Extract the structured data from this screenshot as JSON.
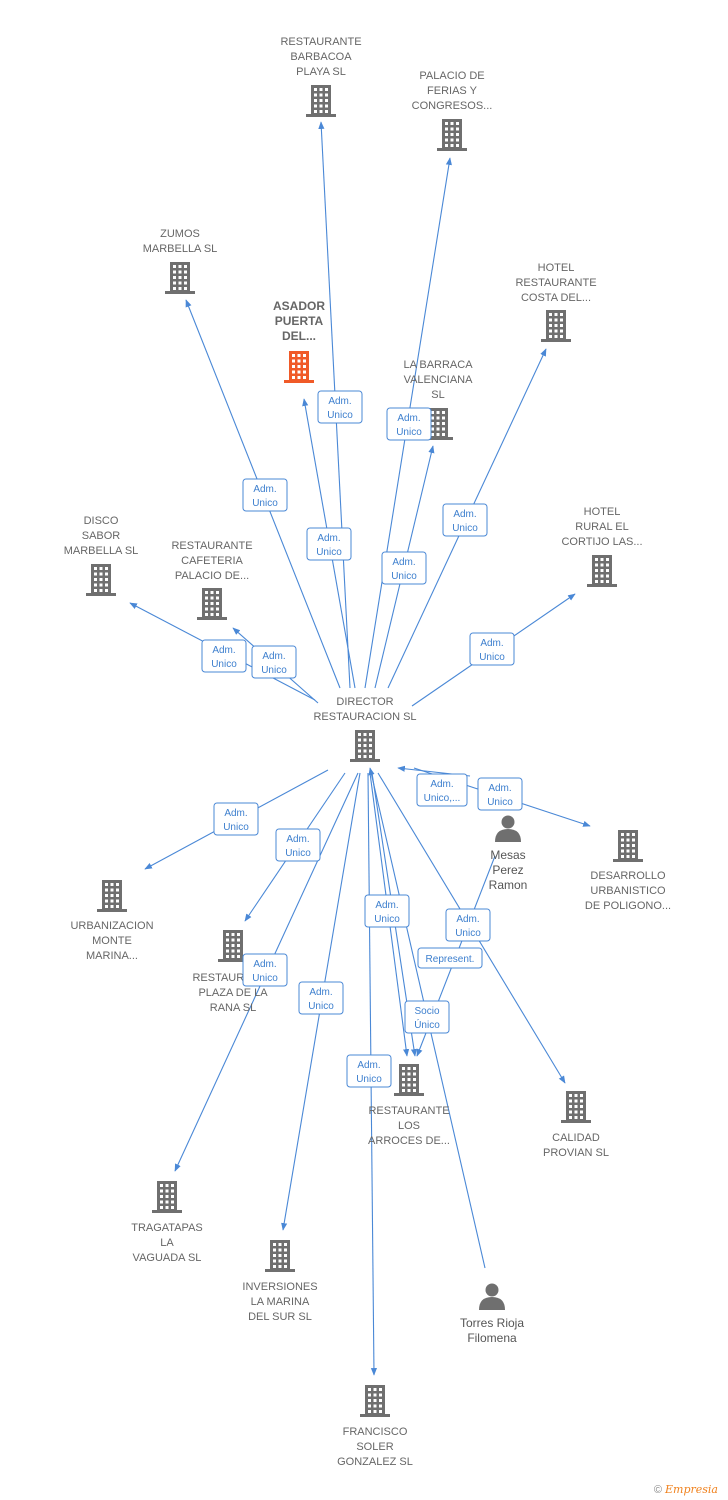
{
  "colors": {
    "edge": "#4a88d6",
    "node": "#6f6f6f",
    "focus": "#f05a28"
  },
  "nodes": [
    {
      "id": "director",
      "type": "company",
      "label": [
        "DIRECTOR",
        "RESTAURACION SL"
      ],
      "name": "node-director-restauracion"
    },
    {
      "id": "barbacoa",
      "type": "company",
      "label": [
        "RESTAURANTE",
        "BARBACOA",
        "PLAYA SL"
      ],
      "name": "node-restaurante-barbacoa"
    },
    {
      "id": "palacio_ferias",
      "type": "company",
      "label": [
        "PALACIO DE",
        "FERIAS Y",
        "CONGRESOS..."
      ],
      "name": "node-palacio-ferias"
    },
    {
      "id": "zumos",
      "type": "company",
      "label": [
        "ZUMOS",
        "MARBELLA SL"
      ],
      "name": "node-zumos-marbella"
    },
    {
      "id": "asador",
      "type": "focus",
      "label": [
        "ASADOR",
        "PUERTA",
        "DEL..."
      ],
      "name": "node-asador-puerta"
    },
    {
      "id": "hotel_costa",
      "type": "company",
      "label": [
        "HOTEL",
        "RESTAURANTE",
        "COSTA DEL..."
      ],
      "name": "node-hotel-restaurante-costa"
    },
    {
      "id": "barraca",
      "type": "company",
      "label": [
        "LA BARRACA",
        "VALENCIANA",
        "SL"
      ],
      "name": "node-la-barraca"
    },
    {
      "id": "disco",
      "type": "company",
      "label": [
        "DISCO",
        "SABOR",
        "MARBELLA SL"
      ],
      "name": "node-disco-sabor"
    },
    {
      "id": "cafeteria",
      "type": "company",
      "label": [
        "RESTAURANTE",
        "CAFETERIA",
        "PALACIO DE..."
      ],
      "name": "node-restaurante-cafeteria"
    },
    {
      "id": "hotel_rural",
      "type": "company",
      "label": [
        "HOTEL",
        "RURAL EL",
        "CORTIJO LAS..."
      ],
      "name": "node-hotel-rural"
    },
    {
      "id": "mesas",
      "type": "person",
      "label": [
        "Mesas",
        "Perez",
        "Ramon"
      ],
      "name": "node-mesas-perez-ramon"
    },
    {
      "id": "desarrollo",
      "type": "company",
      "label": [
        "DESARROLLO",
        "URBANISTICO",
        "DE POLIGONO..."
      ],
      "name": "node-desarrollo-urbanistico"
    },
    {
      "id": "urbanizacion",
      "type": "company",
      "label": [
        "URBANIZACION",
        "MONTE",
        "MARINA..."
      ],
      "name": "node-urbanizacion-monte"
    },
    {
      "id": "plaza_rana",
      "type": "company",
      "label": [
        "RESTAURANTE",
        "PLAZA DE LA",
        "RANA SL"
      ],
      "name": "node-restaurante-plaza-rana"
    },
    {
      "id": "arroces",
      "type": "company",
      "label": [
        "RESTAURANTE",
        "LOS",
        "ARROCES DE..."
      ],
      "name": "node-restaurante-arroces"
    },
    {
      "id": "calidad",
      "type": "company",
      "label": [
        "CALIDAD",
        "PROVIAN SL"
      ],
      "name": "node-calidad-provian"
    },
    {
      "id": "tragatapas",
      "type": "company",
      "label": [
        "TRAGATAPAS",
        "LA",
        "VAGUADA  SL"
      ],
      "name": "node-tragatapas"
    },
    {
      "id": "inversiones",
      "type": "company",
      "label": [
        "INVERSIONES",
        "LA MARINA",
        "DEL SUR SL"
      ],
      "name": "node-inversiones-marina"
    },
    {
      "id": "torres",
      "type": "person",
      "label": [
        "Torres Rioja",
        "Filomena"
      ],
      "name": "node-torres-rioja"
    },
    {
      "id": "francisco",
      "type": "company",
      "label": [
        "FRANCISCO",
        "SOLER",
        "GONZALEZ  SL"
      ],
      "name": "node-francisco-soler"
    }
  ],
  "edges": [
    {
      "from": "director",
      "to": "barbacoa",
      "label": [
        "Adm.",
        "Unico"
      ]
    },
    {
      "from": "director",
      "to": "palacio_ferias",
      "label": [
        "Adm.",
        "Unico"
      ]
    },
    {
      "from": "director",
      "to": "zumos",
      "label": [
        "Adm.",
        "Unico"
      ]
    },
    {
      "from": "director",
      "to": "asador",
      "label": [
        "Adm.",
        "Unico"
      ]
    },
    {
      "from": "director",
      "to": "barraca",
      "label": [
        "Adm.",
        "Unico"
      ]
    },
    {
      "from": "director",
      "to": "hotel_costa",
      "label": [
        "Adm.",
        "Unico"
      ]
    },
    {
      "from": "director",
      "to": "disco",
      "label": [
        "Adm.",
        "Unico"
      ]
    },
    {
      "from": "director",
      "to": "cafeteria",
      "label": [
        "Adm.",
        "Unico"
      ]
    },
    {
      "from": "director",
      "to": "hotel_rural",
      "label": [
        "Adm.",
        "Unico"
      ]
    },
    {
      "from": "mesas",
      "to": "director",
      "label": [
        "Adm.",
        "Unico,..."
      ]
    },
    {
      "from": "director",
      "to": "desarrollo",
      "label": [
        "Adm.",
        "Unico"
      ]
    },
    {
      "from": "director",
      "to": "urbanizacion",
      "label": [
        "Adm.",
        "Unico"
      ]
    },
    {
      "from": "director",
      "to": "plaza_rana",
      "label": [
        "Adm.",
        "Unico"
      ]
    },
    {
      "from": "director",
      "to": "tragatapas",
      "label": [
        "Adm.",
        "Unico"
      ]
    },
    {
      "from": "director",
      "to": "inversiones",
      "label": [
        "Adm.",
        "Unico"
      ]
    },
    {
      "from": "director",
      "to": "arroces",
      "label": [
        "Adm.",
        "Unico"
      ]
    },
    {
      "from": "director",
      "to": "calidad",
      "label": [
        "Adm.",
        "Unico"
      ]
    },
    {
      "from": "torres",
      "to": "director",
      "label": [
        "Adm.",
        "Unico"
      ]
    },
    {
      "from": "mesas",
      "to": "arroces",
      "label": [
        "Represent."
      ]
    },
    {
      "from": "director",
      "to": "arroces",
      "label": [
        "Socio",
        "Único"
      ]
    },
    {
      "from": "director",
      "to": "francisco",
      "label": [
        "Adm.",
        "Unico"
      ]
    }
  ],
  "footer": {
    "copyright_symbol": "©",
    "brand": "Empresia"
  }
}
